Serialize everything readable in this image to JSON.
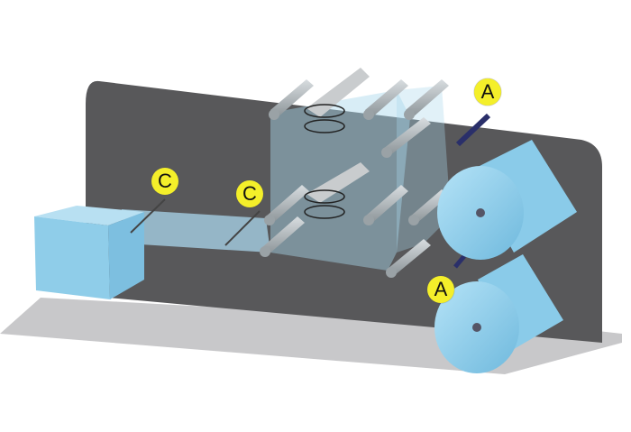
{
  "labels": {
    "a_top": "A",
    "a_bottom": "A",
    "c_left": "C",
    "c_right": "C"
  },
  "colors": {
    "panel": "#58585a",
    "floor": "#c8c8ca",
    "roll": "#8fd0ee",
    "film": "#a9d6ec",
    "label": "#f4ef2a"
  }
}
